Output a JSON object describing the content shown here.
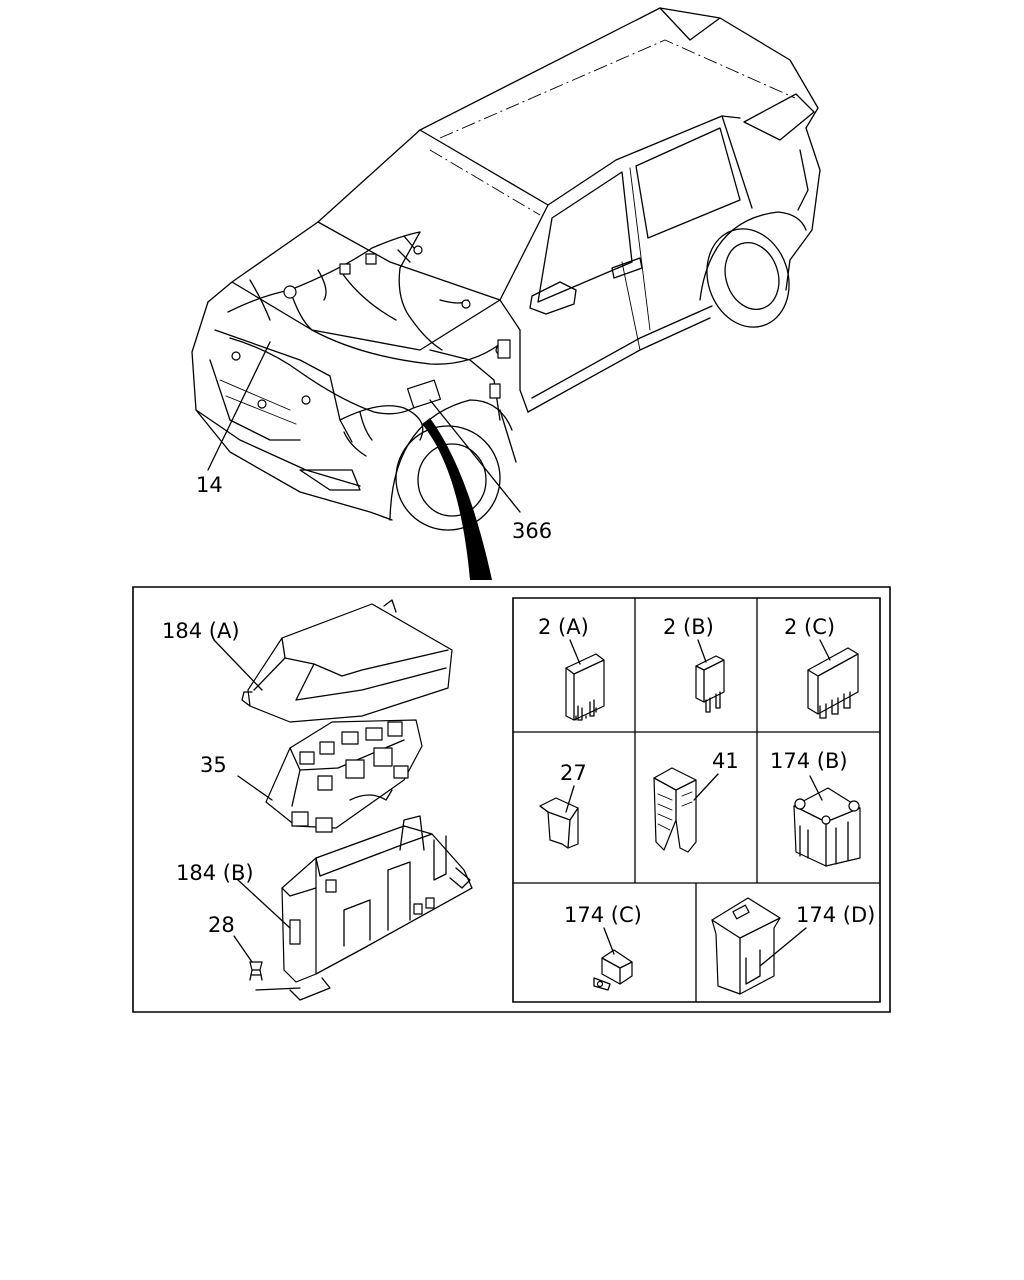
{
  "callouts": {
    "harness_main": "14",
    "harness_engine": "366",
    "cover_upper": "184 (A)",
    "fuse_block": "35",
    "cover_lower": "184 (B)",
    "screw": "28",
    "relay_a": "2 (A)",
    "relay_b": "2 (B)",
    "relay_c": "2 (C)",
    "fuse_mini": "27",
    "fuse_puller": "41",
    "fuse_b": "174 (B)",
    "fuse_c": "174 (C)",
    "fuse_d": "174 (D)"
  }
}
